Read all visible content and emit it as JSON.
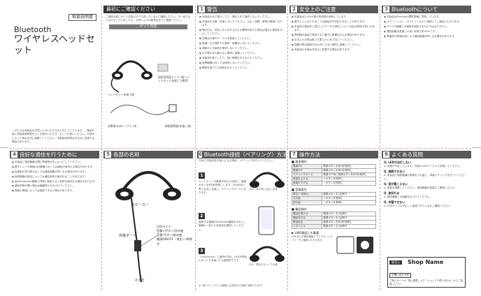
{
  "cover": {
    "badge": "取扱説明書",
    "product": "Bluetooth",
    "name": "ワイヤレスヘッドセット",
    "note": "このたびは本製品をお買い上げいただきありがとうございます。ご使用の前に本取扱説明書をよくお読みいただき、正しくお使いください。お読みになった後は大切に保管してください。本取扱説明書は予告なく変更する場合があります。"
  },
  "p1": {
    "title": "最初にご確認ください",
    "intro": "ご使用の前にセット内容がすべて揃っているかご確認ください。万一足りないものがございましたら、お買い上げの販売店までご連絡ください。",
    "box_label": "セット内容",
    "items": [
      "ヘッドセット本体 1個",
      "固定用両面テープ 2個（ヘッドセット本体にて使用）",
      "充電用USBケーブル 1本",
      "取扱説明書(本書) 1部"
    ]
  },
  "s1": {
    "num": "1",
    "title": "警告",
    "bullets": [
      "本製品を水で濡らしたり、濡れた手で操作しないでください。",
      "本製品を分解・改造しないでください。火災・感電・故障の原因になります。",
      "煙が出る、変なにおいがするなどの異常が起きた場合は直ちに使用を中止してください。",
      "充電は付属のケーブルを使用してください。",
      "高温になる場所での使用・保管はしないでください。",
      "運転中に本製品を操作しないでください。",
      "お子様の手の届かない場所に保管してください。",
      "本製品を落としたり、強い衝撃を与えないでください。",
      "医療機器の近くでは使用しないでください。",
      "異常を感じたら使用を中止してください。"
    ]
  },
  "s2": {
    "num": "2",
    "title": "安全上のご注意",
    "bullets": [
      "本製品は2.4GHz帯の周波数を使用しています。",
      "電子レンジなどの近くでは通信が不安定になることがあります。",
      "本製品の使用中に発生したデータの消失について当社は責任を負いかねます。",
      "長時間大音量で使用すると聴力に影響を与える場合があります。",
      "お手入れの際は乾いた柔らかい布で拭いてください。",
      "保管の際は直射日光の当たらない場所に保管してください。",
      "本製品の仕様は予告なく変更する場合があります。"
    ]
  },
  "s3": {
    "num": "3",
    "title": "Bluetoothについて",
    "bullets": [
      "本製品はBluetooth標準規格に準拠しています。",
      "スマートフォン・タブレットなどと接続してご使用いただけます。",
      "すべての機器との接続を保証するものではありません。",
      "通信距離は見通しの良い状態で約10mです。",
      "障害物や電波状況により通信距離が短くなる場合があります。"
    ]
  },
  "s4": {
    "num": "4",
    "title": "良好な通信を行うために",
    "bullets": [
      "本製品と接続機器の間に障害物がないようにしてください。",
      "電子レンジや無線LAN機器の近くでは通信が途切れる場合があります。",
      "金属製の机や壁の近くでは通信距離が短くなる場合があります。",
      "接続機器の設定によっては通話音声が途切れることがあります。",
      "他のBluetooth機器と同時に使用すると音声が途切れる場合があります。",
      "通信状態が悪い場合は機器同士を近づけてください。",
      "周囲の環境によっては接続できない場合があります。"
    ]
  },
  "s5": {
    "num": "5",
    "title": "各部の名称",
    "labels": [
      "スピーカー",
      "充電ポート",
      "マイク",
      "LEDライト",
      "音量+ボタン/次の曲",
      "音量-ボタン/前の曲",
      "電源ON/OFF・再生/一時停止"
    ]
  },
  "s6": {
    "num": "6",
    "title": "Bluetooth接続（ペアリング）方法",
    "sub": "初めて本製品をお使いになる場合、ペアリングを行ってください。",
    "steps": [
      {
        "n": "1",
        "text": "ヘッドセットの電源が切れた状態で、電源ボタンを約5秒長押しします。LEDが赤と青に交互に点滅し、ペアリングモードになります。"
      },
      {
        "n": "2",
        "text": "接続する機器のBluetooth機能をONにし、機器の一覧から本製品を選択してください。"
      },
      {
        "n": "3",
        "text": "「connected」と音声が流れ、LEDが青色にゆっくり点滅したら接続完了です。"
      }
    ],
    "led_note1": "LED：赤と青に交互に点滅",
    "led_note2": "LED：青色にゆっくり点滅",
    "foot": "※一度ペアリングした機器とは次回から自動で接続されます。"
  },
  "s7": {
    "num": "7",
    "title": "操作方法",
    "basic": "■ 基本操作",
    "basic_rows": [
      [
        "電源ON",
        "電源ボタンを約3秒長押し"
      ],
      [
        "電源OFF",
        "電源ボタンを約5秒長押し"
      ],
      [
        "ペアリングモード",
        "電源OFF時に電源ボタンを約5秒長押し"
      ],
      [
        "音量を上げる",
        "＋ボタンを短押し"
      ],
      [
        "音量を下げる",
        "－ボタンを短押し"
      ]
    ],
    "music": "■ 音楽再生",
    "music_rows": [
      [
        "再生/一時停止",
        "電源ボタンを1回押す"
      ],
      [
        "次の曲",
        "＋ボタンを長押し"
      ],
      [
        "前の曲",
        "－ボタンを長押し"
      ]
    ],
    "call": "■ 電話操作",
    "call_rows": [
      [
        "電話を受ける",
        "電源ボタンを1回押す"
      ],
      [
        "電話を切る",
        "電源ボタンを1回押す"
      ],
      [
        "着信拒否",
        "電源ボタンを約2秒長押し"
      ],
      [
        "リダイヤル",
        "電源ボタンを2回押す"
      ]
    ],
    "line": "▶ LINE通話にも最適",
    "line_note": "LINEなどの無料通話アプリでもハンズフリーでご使用いただけます。"
  },
  "s8": {
    "num": "8",
    "title": "よくある質問",
    "qa": [
      {
        "q": "Q. LEDが点灯しない",
        "a": "A. 充電が不足しています。付属のUSBケーブルで充電してください。"
      },
      {
        "q": "Q. 接続できない",
        "a": "A. 本製品と接続機器の電源を入れ直し、再度ペアリングを行ってください。"
      },
      {
        "q": "Q. 音が聞こえない",
        "a": "A. 音量を調整してください。接続機器の音量もご確認ください。"
      },
      {
        "q": "Q. 途切れる",
        "a": "A. 接続機器との距離を近づけてください。"
      },
      {
        "q": "Q. 充電できない",
        "a": "A. USBケーブルが正しく接続されているかご確認ください。"
      }
    ],
    "shop_label": "販売元",
    "shop_name": "Shop Name",
    "shop_sub": "お問い合わせ先",
    "shop_note": "ご購入サイトの「購入履歴」より「ショップへ問い合わせ」からご連絡ください。"
  }
}
